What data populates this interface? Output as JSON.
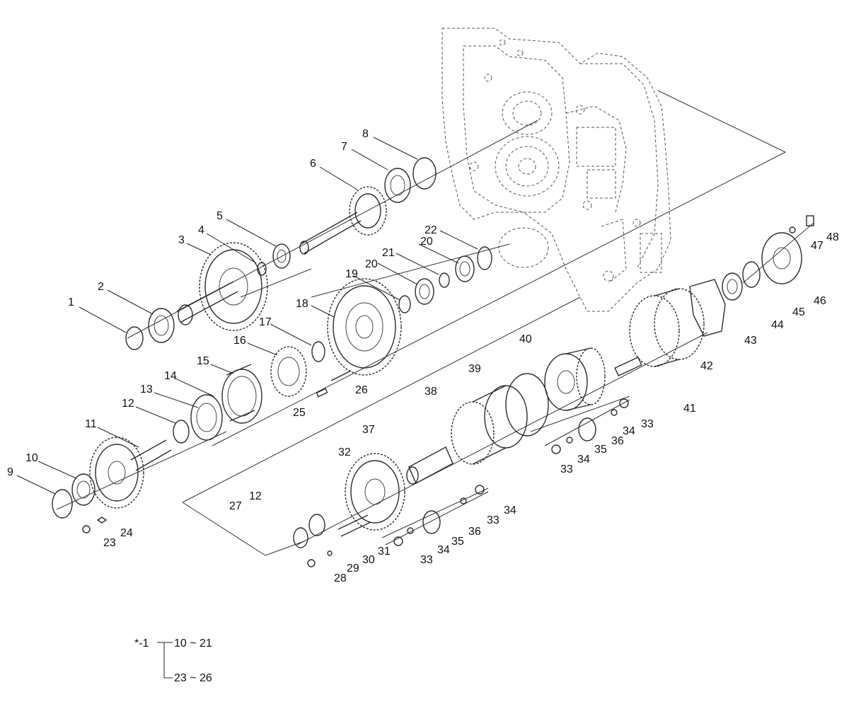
{
  "callouts": [
    {
      "n": "1"
    },
    {
      "n": "2"
    },
    {
      "n": "3"
    },
    {
      "n": "4"
    },
    {
      "n": "5"
    },
    {
      "n": "6"
    },
    {
      "n": "7"
    },
    {
      "n": "8"
    },
    {
      "n": "9"
    },
    {
      "n": "10"
    },
    {
      "n": "11"
    },
    {
      "n": "12"
    },
    {
      "n": "13"
    },
    {
      "n": "14"
    },
    {
      "n": "15"
    },
    {
      "n": "16"
    },
    {
      "n": "17"
    },
    {
      "n": "18"
    },
    {
      "n": "19"
    },
    {
      "n": "20"
    },
    {
      "n": "20"
    },
    {
      "n": "21"
    },
    {
      "n": "22"
    },
    {
      "n": "23"
    },
    {
      "n": "24"
    },
    {
      "n": "25"
    },
    {
      "n": "26"
    },
    {
      "n": "12"
    },
    {
      "n": "27"
    },
    {
      "n": "28"
    },
    {
      "n": "29"
    },
    {
      "n": "30"
    },
    {
      "n": "31"
    },
    {
      "n": "32"
    },
    {
      "n": "33"
    },
    {
      "n": "34"
    },
    {
      "n": "35"
    },
    {
      "n": "36"
    },
    {
      "n": "33"
    },
    {
      "n": "34"
    },
    {
      "n": "33"
    },
    {
      "n": "34"
    },
    {
      "n": "35"
    },
    {
      "n": "36"
    },
    {
      "n": "33"
    },
    {
      "n": "34"
    },
    {
      "n": "37"
    },
    {
      "n": "38"
    },
    {
      "n": "39"
    },
    {
      "n": "40"
    },
    {
      "n": "41"
    },
    {
      "n": "42"
    },
    {
      "n": "43"
    },
    {
      "n": "44"
    },
    {
      "n": "45"
    },
    {
      "n": "46"
    },
    {
      "n": "47"
    },
    {
      "n": "48"
    }
  ],
  "legend": {
    "prefix": "*-1",
    "range_a": "10 ~ 21",
    "range_b": "23 ~ 26"
  }
}
